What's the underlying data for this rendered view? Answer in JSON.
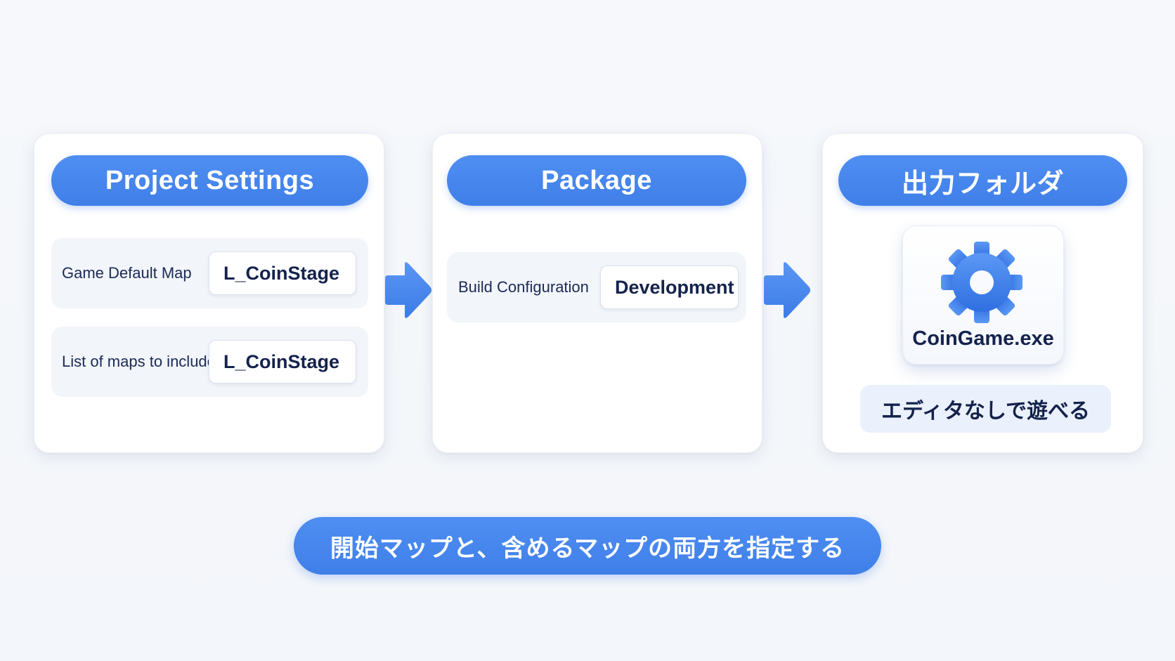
{
  "colors": {
    "accent": "#4a89f0",
    "text_dark": "#14224d",
    "panel_bg": "#ffffff",
    "row_bg": "#f2f5fa",
    "page_bg": "#f5f7fa"
  },
  "project_settings": {
    "title": "Project Settings",
    "rows": [
      {
        "label": "Game Default Map",
        "value": "L_CoinStage"
      },
      {
        "label": "List of maps to include",
        "value": "L_CoinStage"
      }
    ]
  },
  "package": {
    "title": "Package",
    "rows": [
      {
        "label": "Build Configuration",
        "value": "Development"
      }
    ]
  },
  "output": {
    "title": "出力フォルダ",
    "exe_icon": "gear-icon",
    "exe_name": "CoinGame.exe",
    "note": "エディタなしで遊べる"
  },
  "arrows": [
    "arrow-right-icon",
    "arrow-right-icon"
  ],
  "footer": {
    "text": "開始マップと、含めるマップの両方を指定する"
  }
}
